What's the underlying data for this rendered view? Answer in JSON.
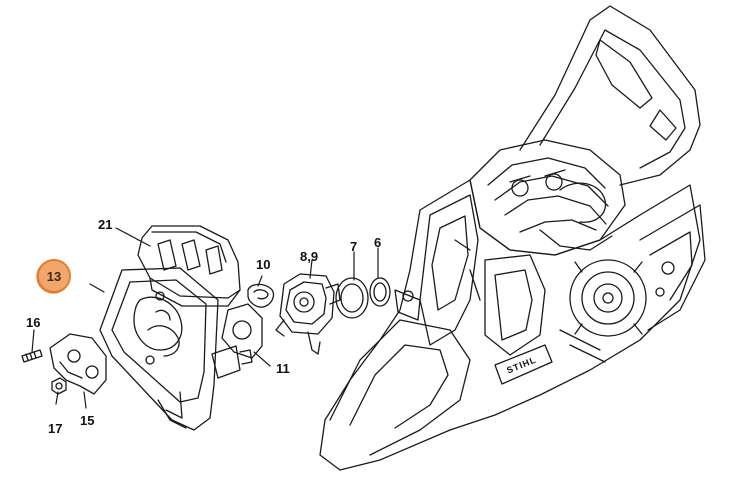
{
  "callouts": {
    "c21": "21",
    "c13": "13",
    "c10": "10",
    "c89": "8,9",
    "c7": "7",
    "c6": "6",
    "c16": "16",
    "c11": "11",
    "c17": "17",
    "c15": "15"
  },
  "brand_mark": "STIHL",
  "colors": {
    "line": "#1a1a1a",
    "highlight_fill": "#f2a66c",
    "highlight_ring": "#e07f33"
  }
}
